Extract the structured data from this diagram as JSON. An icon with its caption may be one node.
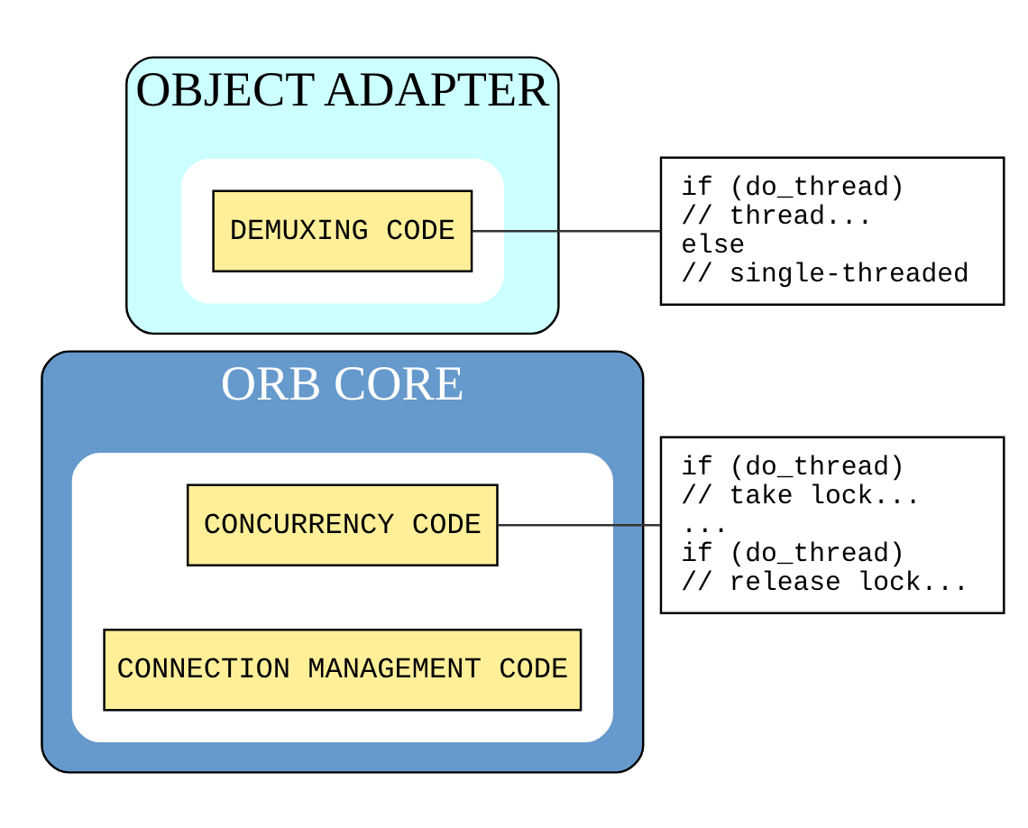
{
  "diagram": {
    "nodes": [
      {
        "text": [
          "OBJECT ADAPTER"
        ]
      },
      {
        "text": [],
        "shape": "box",
        "in": 0
      },
      {
        "text": [
          "DEMUXING CODE"
        ],
        "in": 1
      },
      {
        "text": [
          "if (do_thread)",
          "// thread...",
          "else",
          "// single-threaded"
        ]
      },
      {
        "text": [
          "ORB CORE"
        ]
      },
      {
        "text": [],
        "shape": "box",
        "in": 4
      },
      {
        "text": [
          "CONCURRENCY CODE"
        ],
        "in": 5
      },
      {
        "text": [
          "CONNECTION MANAGEMENT CODE"
        ],
        "in": 5
      },
      {
        "text": [
          "if (do_thread)",
          "// take lock...",
          "...",
          "if (do_thread)",
          "// release lock..."
        ]
      }
    ],
    "edges": [
      {
        "from": 2,
        "to": 3,
        "arrow": "none"
      },
      {
        "from": 6,
        "to": 8,
        "arrow": "none"
      }
    ]
  }
}
